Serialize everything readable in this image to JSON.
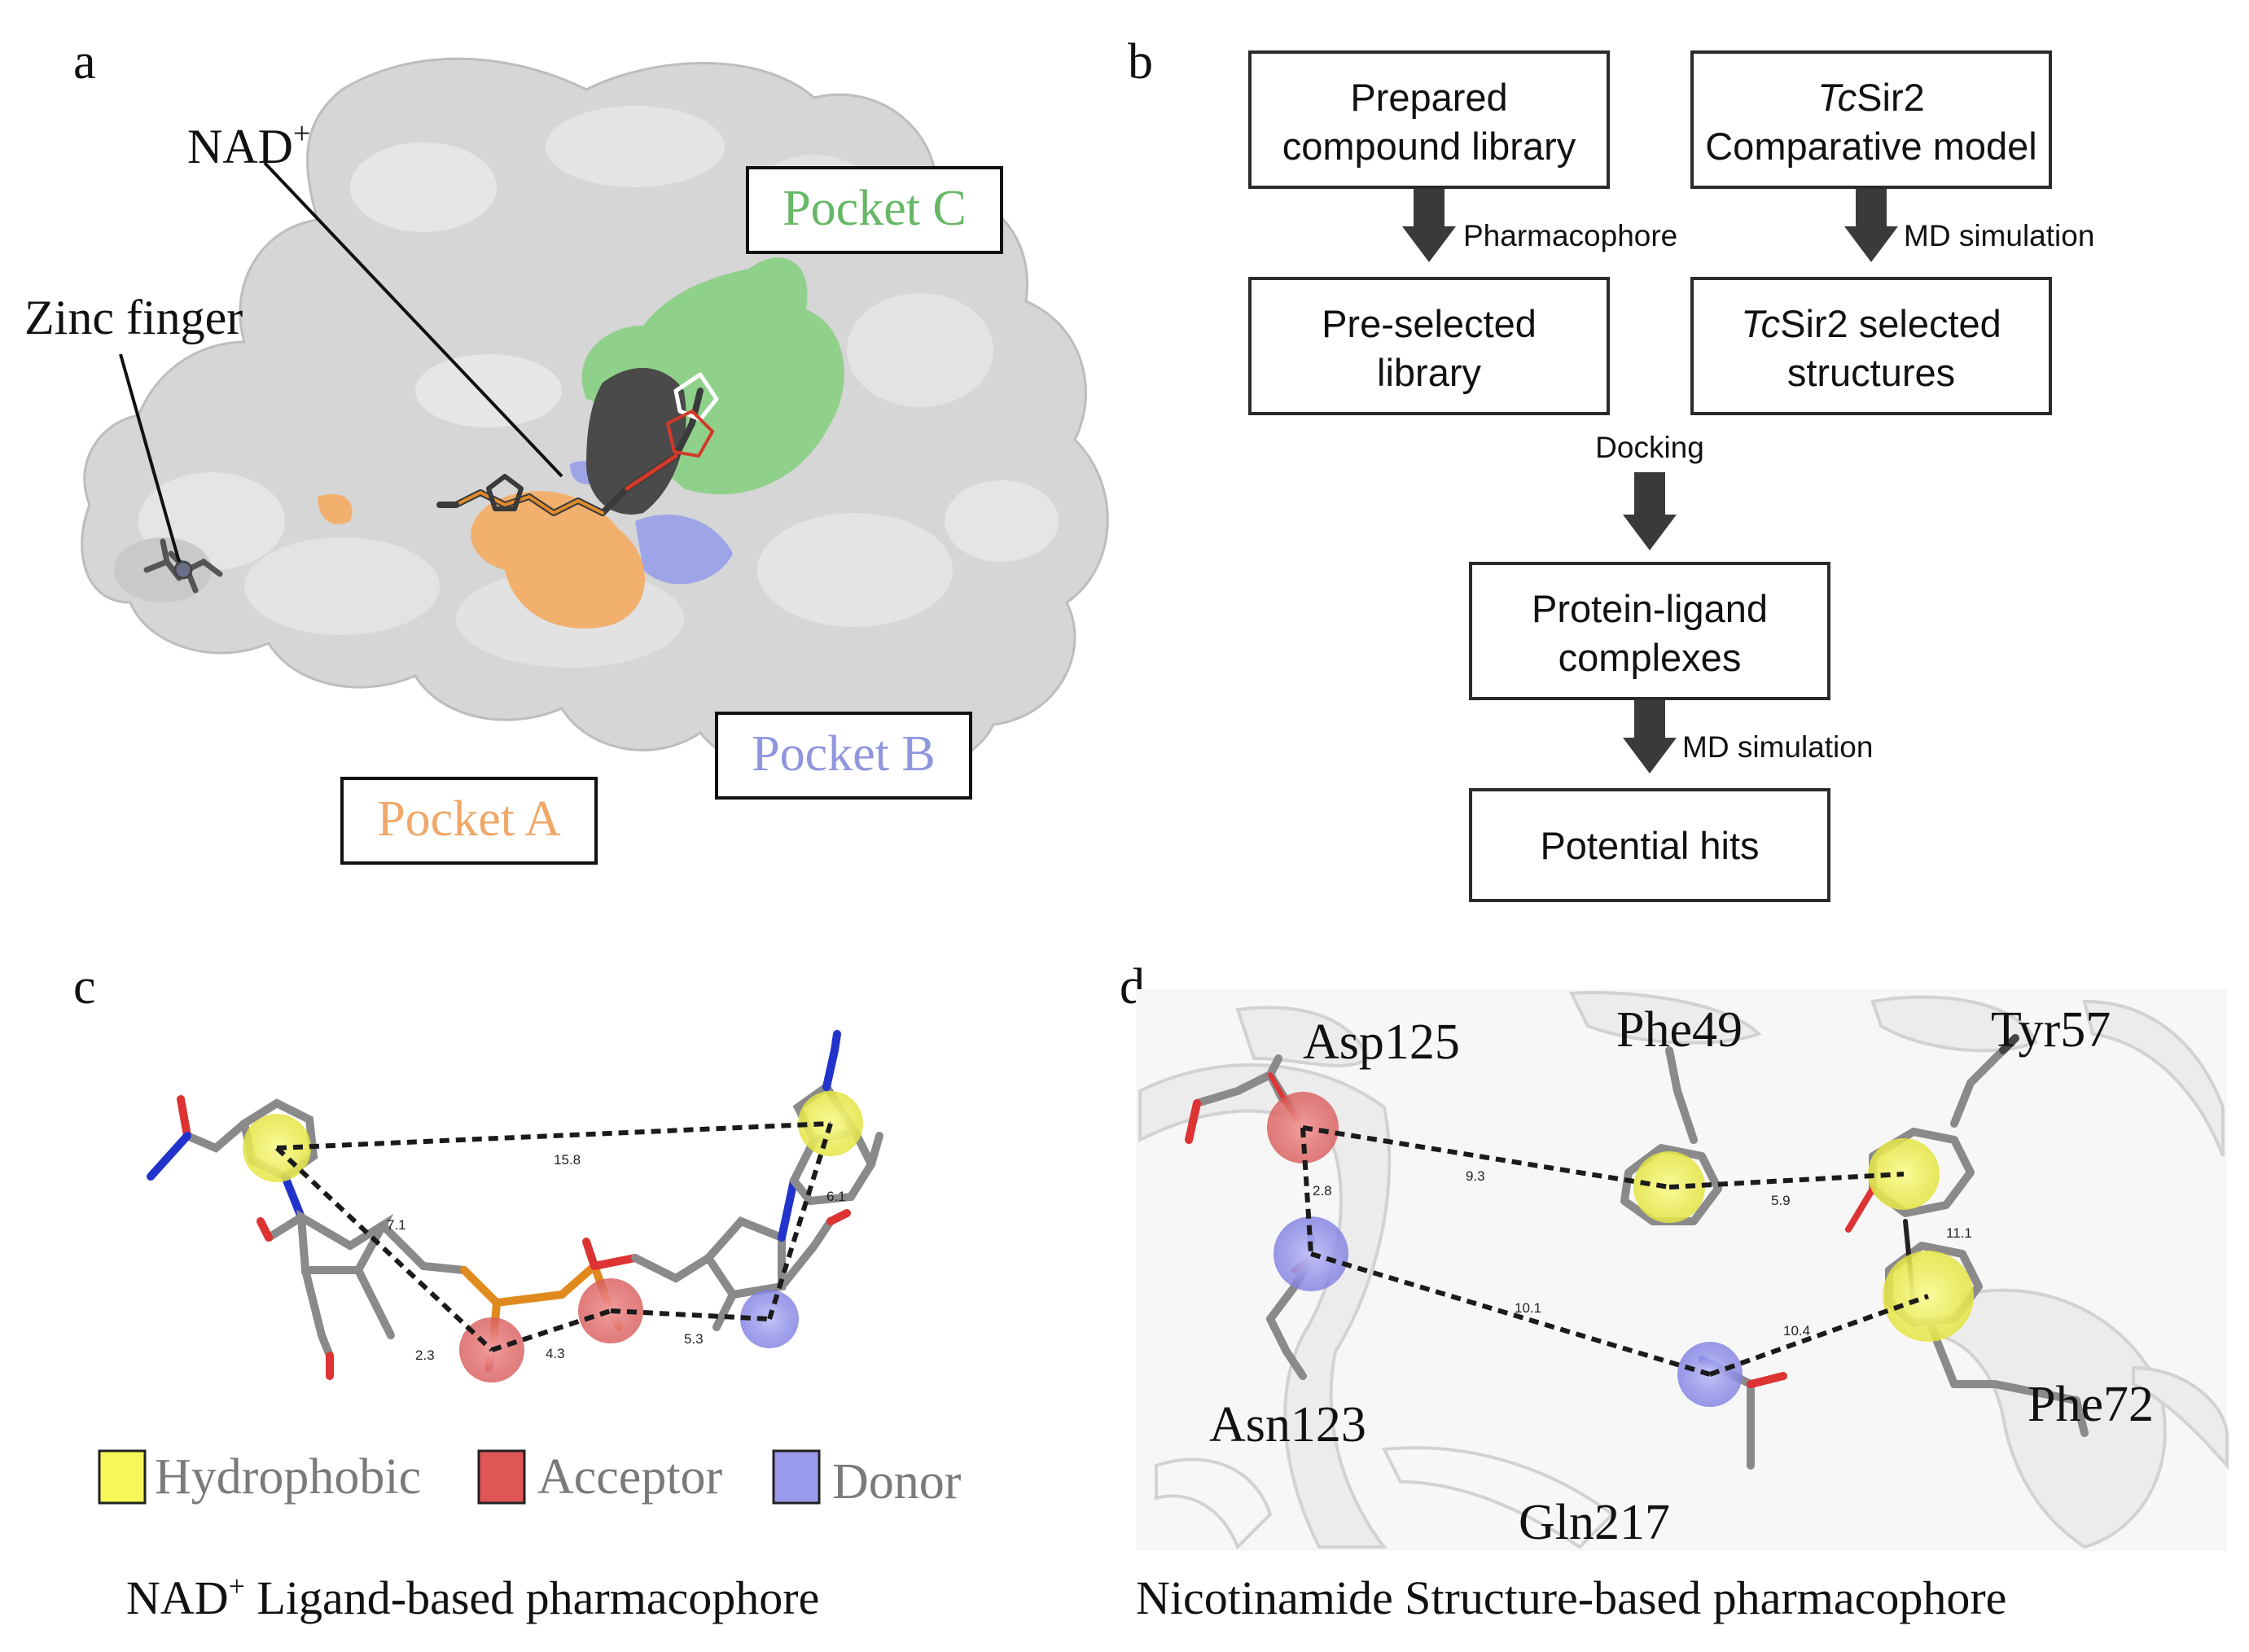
{
  "panels": {
    "a": {
      "letter": "a",
      "labels": {
        "nad": "NAD",
        "nad_sup": "+",
        "zinc": "Zinc finger"
      },
      "pockets": [
        {
          "name": "Pocket A",
          "color": "#f0a868"
        },
        {
          "name": "Pocket B",
          "color": "#8f96de"
        },
        {
          "name": "Pocket C",
          "color": "#66b766"
        }
      ]
    },
    "b": {
      "letter": "b",
      "boxes": {
        "library": [
          "Prepared",
          "compound library"
        ],
        "model_italic": "Tc",
        "model_rest": "Sir2",
        "model_line2": "Comparative model",
        "preselected": [
          "Pre-selected",
          "library"
        ],
        "selected_italic": "Tc",
        "selected_rest": "Sir2 selected",
        "selected_line2": "structures",
        "complexes": [
          "Protein-ligand",
          "complexes"
        ],
        "hits": "Potential hits"
      },
      "steps": {
        "pharmacophore": "Pharmacophore",
        "md1": "MD simulation",
        "docking": "Docking",
        "md2": "MD simulation"
      }
    },
    "c": {
      "letter": "c",
      "distances": [
        "15.8",
        "7.1",
        "6.1",
        "2.3",
        "4.3",
        "5.3"
      ],
      "legend": [
        {
          "label": "Hydrophobic",
          "color": "#f7f75a"
        },
        {
          "label": "Acceptor",
          "color": "#e05555"
        },
        {
          "label": "Donor",
          "color": "#9b9bee"
        }
      ],
      "caption_pre": "NAD",
      "caption_sup": "+",
      "caption_post": " Ligand-based pharmacophore"
    },
    "d": {
      "letter": "d",
      "residues": [
        "Asp125",
        "Phe49",
        "Tyr57",
        "Asn123",
        "Phe72",
        "Gln217"
      ],
      "distances": [
        "2.8",
        "9.3",
        "5.9",
        "11.1",
        "10.1",
        "10.4"
      ],
      "caption": "Nicotinamide Structure-based pharmacophore"
    }
  }
}
